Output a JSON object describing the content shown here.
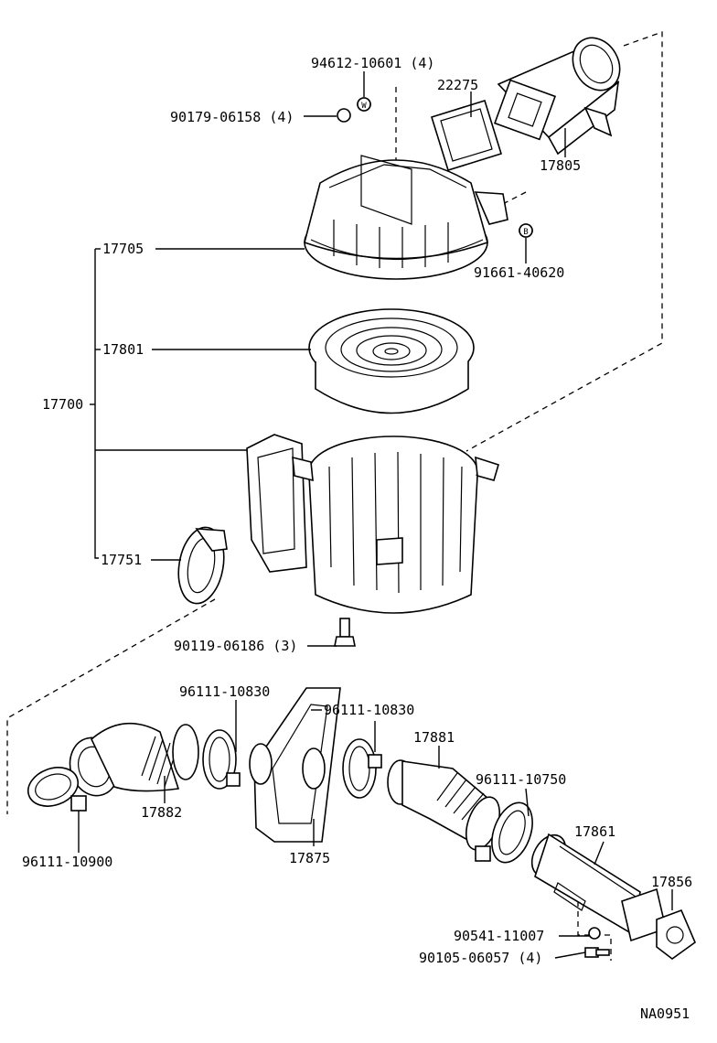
{
  "labels": {
    "p94612": "94612-10601 (4)",
    "p90179": "90179-06158 (4)",
    "p22275": "22275",
    "p17805": "17805",
    "p91661": "91661-40620",
    "p17705": "17705",
    "p17801": "17801",
    "p17700": "17700",
    "p17751": "17751",
    "p90119": "90119-06186 (3)",
    "p96111a": "96111-10830",
    "p96111b": "96111-10830",
    "p17881": "17881",
    "p96111c": "96111-10750",
    "p17882": "17882",
    "p17875": "17875",
    "p17861": "17861",
    "p17856": "17856",
    "p96111d": "96111-10900",
    "p90541": "90541-11007",
    "p90105": "90105-06057 (4)",
    "code": "NA0951"
  },
  "markers": {
    "w": "W",
    "b": "B"
  }
}
